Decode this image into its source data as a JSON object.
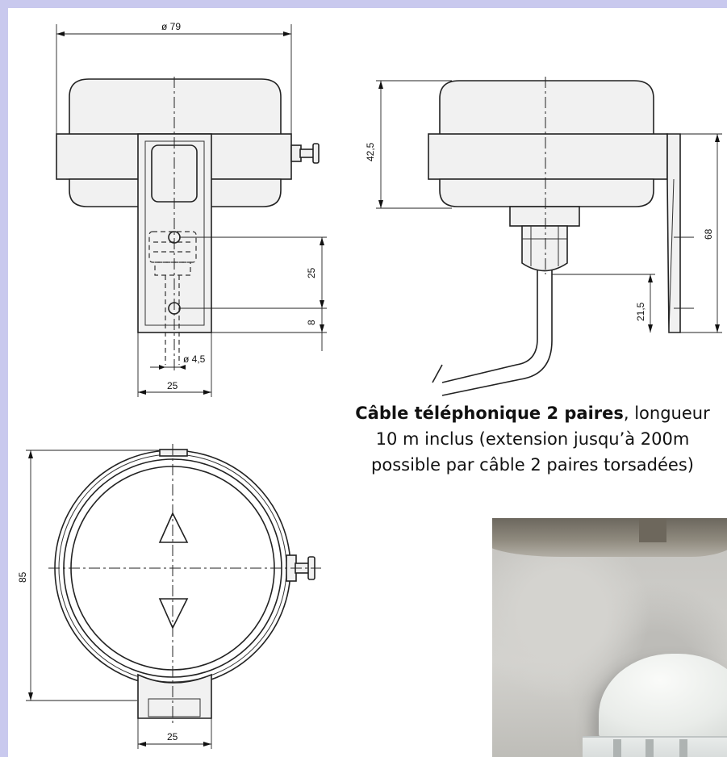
{
  "dimensions": {
    "front_diameter": "ø 79",
    "front_spacing": "25",
    "front_offset": "8",
    "front_hole": "ø 4,5",
    "front_width": "25",
    "side_height": "42,5",
    "side_bracket": "68",
    "side_cable_offset": "21,5",
    "bottom_height": "85",
    "bottom_width": "25"
  },
  "caption": {
    "bold": "Câble téléphonique 2 paires",
    "line1_rest": ", longueur",
    "line2": "10 m inclus (extension jusqu’à 200m",
    "line3": "possible par câble 2 paires torsadées)"
  },
  "colors": {
    "frame": "#c9c9ee",
    "line": "#222222",
    "text": "#111111"
  }
}
